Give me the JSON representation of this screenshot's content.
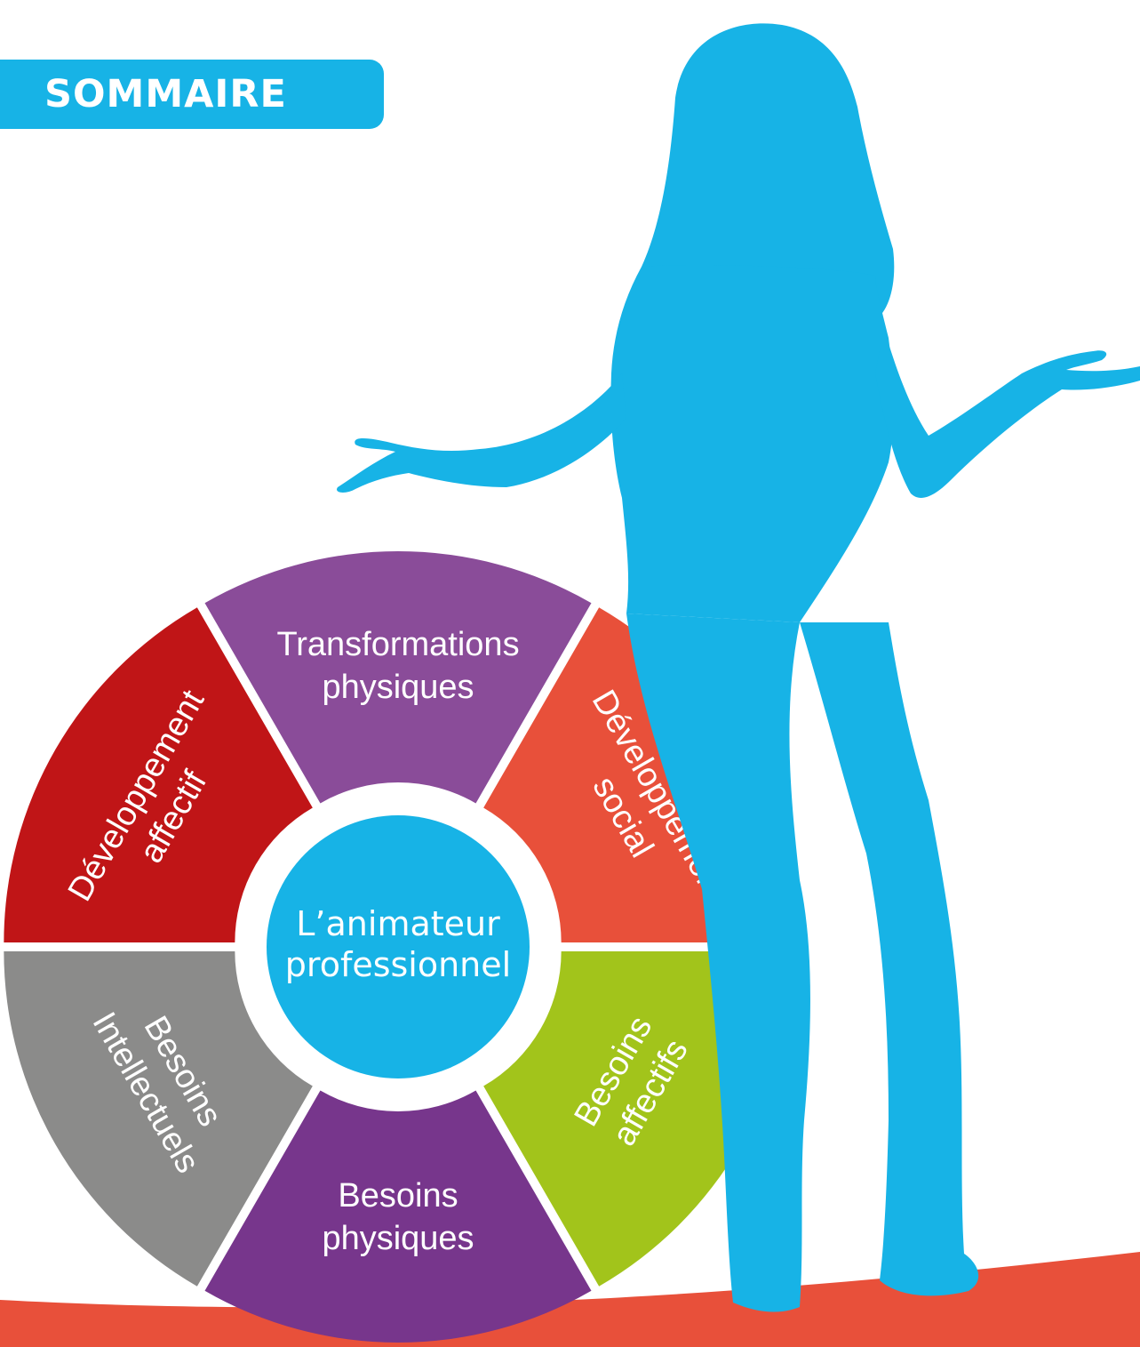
{
  "header": {
    "title": "SOMMAIRE"
  },
  "colors": {
    "accent_blue": "#17b3e6",
    "floor_red": "#e8503a",
    "segment_purple_light": "#8a4c99",
    "segment_purple_dark": "#77368c",
    "segment_red_dark": "#c01517",
    "segment_orange_red": "#e8503a",
    "segment_green": "#a2c41b",
    "segment_gray": "#8b8b8a"
  },
  "wheel": {
    "center": {
      "line1": "L’animateur",
      "line2": "professionnel"
    },
    "segments": [
      {
        "line1": "Transformations",
        "line2": "physiques",
        "color": "#8a4c99"
      },
      {
        "line1": "Développement",
        "line2": "social",
        "color": "#e8503a"
      },
      {
        "line1": "Besoins",
        "line2": "affectifs",
        "color": "#a2c41b"
      },
      {
        "line1": "Besoins",
        "line2": "physiques",
        "color": "#77368c"
      },
      {
        "line1": "Besoins",
        "line2": "Intellectuels",
        "color": "#8b8b8a"
      },
      {
        "line1": "Développement",
        "line2": "affectif",
        "color": "#c01517"
      }
    ]
  },
  "figure": {
    "icon": "woman-silhouette-shrugging-icon"
  }
}
